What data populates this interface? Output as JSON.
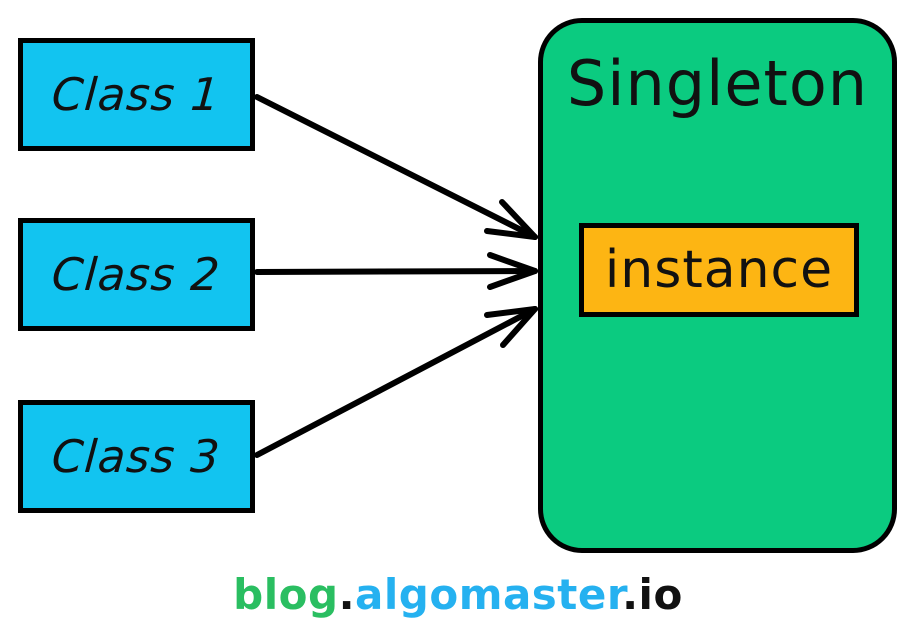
{
  "diagram": {
    "title": "Singleton",
    "instance_label": "instance",
    "classes": [
      {
        "label": "Class 1"
      },
      {
        "label": "Class 2"
      },
      {
        "label": "Class 3"
      }
    ],
    "colors": {
      "class_box_fill": "#12C4F0",
      "singleton_box_fill": "#0BCB80",
      "instance_box_fill": "#FDB513",
      "outline": "#000000"
    }
  },
  "footer": {
    "parts": [
      {
        "text": "blog",
        "color": "#2ABE61"
      },
      {
        "text": ".",
        "color": "#111111"
      },
      {
        "text": "algomaster",
        "color": "#25B1F0"
      },
      {
        "text": ".io",
        "color": "#111111"
      }
    ]
  }
}
